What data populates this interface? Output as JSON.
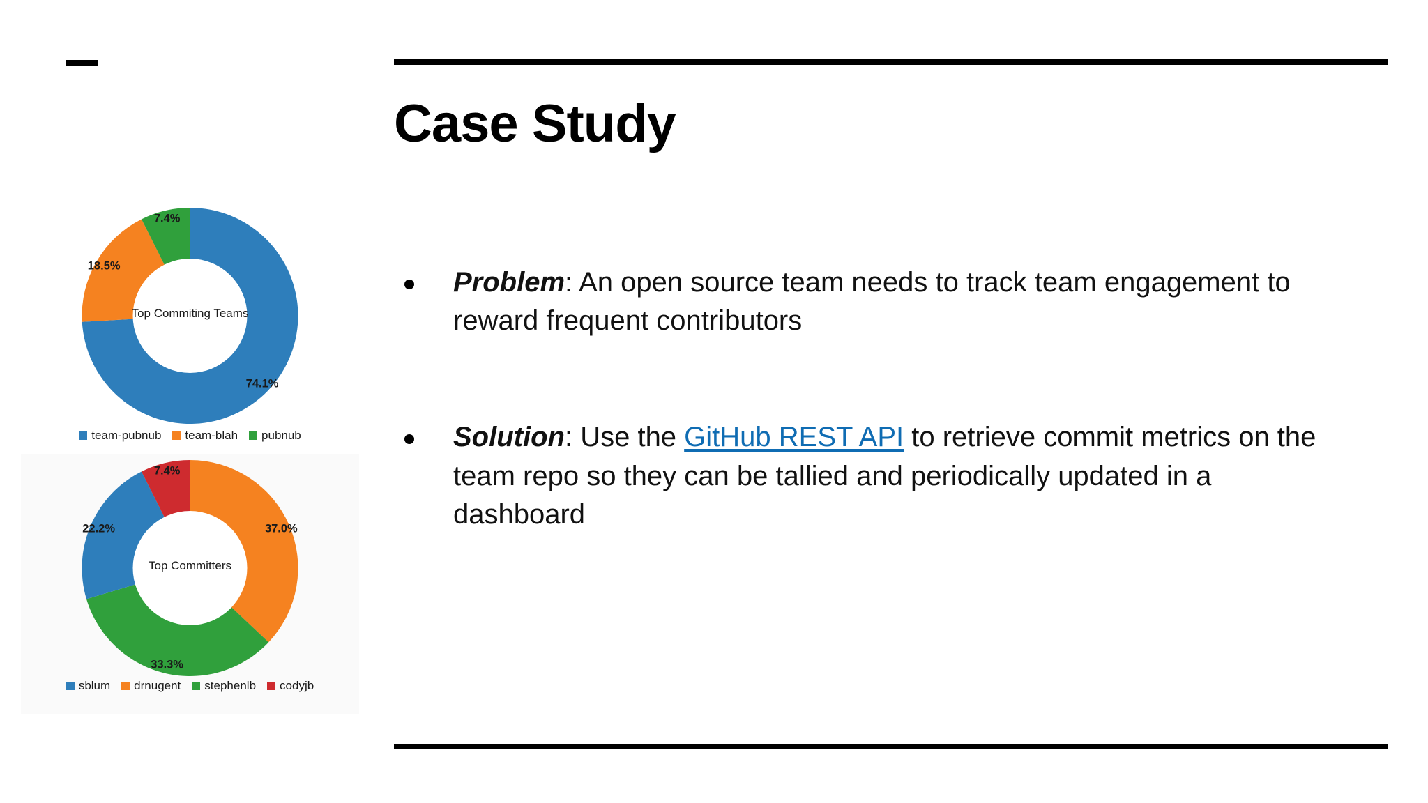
{
  "slide": {
    "title": "Case Study",
    "dash_mark": "—",
    "rule_color": "#000000"
  },
  "bullets": [
    {
      "lead": "Problem",
      "separator": ": ",
      "body_before_link": "An open source team needs to track team engagement to reward frequent contributors",
      "link_text": "",
      "body_after_link": ""
    },
    {
      "lead": "Solution",
      "separator": ": ",
      "body_before_link": "Use the ",
      "link_text": "GitHub REST API",
      "body_after_link": " to retrieve commit metrics on the team repo so they can be tallied and periodically updated in a dashboard"
    }
  ],
  "colors": {
    "blue": "#2E7EBB",
    "orange": "#F58220",
    "green": "#30A03C",
    "red": "#CE2B2F",
    "link": "#0F6CB3",
    "text": "#111111",
    "rule": "#000000",
    "card_two_bg": "#fafafa"
  },
  "chart_data": [
    {
      "type": "pie",
      "variant": "donut",
      "title": "Top Commiting Teams",
      "categories": [
        "team-pubnub",
        "team-blah",
        "pubnub"
      ],
      "values": [
        74.1,
        18.5,
        7.4
      ],
      "value_labels": [
        "74.1%",
        "18.5%",
        "7.4%"
      ],
      "colors": [
        "#2E7EBB",
        "#F58220",
        "#30A03C"
      ],
      "legend": [
        "team-pubnub",
        "team-blah",
        "pubnub"
      ],
      "legend_position": "bottom",
      "start_angle_deg": 0,
      "direction": "clockwise",
      "xlabel": "",
      "ylabel": ""
    },
    {
      "type": "pie",
      "variant": "donut",
      "title": "Top Committers",
      "categories": [
        "drnugent",
        "stephenlb",
        "sblum",
        "codyjb"
      ],
      "values": [
        37.0,
        33.3,
        22.2,
        7.4
      ],
      "value_labels": [
        "37.0%",
        "33.3%",
        "22.2%",
        "7.4%"
      ],
      "colors": [
        "#F58220",
        "#30A03C",
        "#2E7EBB",
        "#CE2B2F"
      ],
      "legend": [
        "sblum",
        "drnugent",
        "stephenlb",
        "codyjb"
      ],
      "legend_colors": [
        "#2E7EBB",
        "#F58220",
        "#30A03C",
        "#CE2B2F"
      ],
      "legend_position": "bottom",
      "start_angle_deg": 0,
      "direction": "clockwise",
      "xlabel": "",
      "ylabel": ""
    }
  ]
}
